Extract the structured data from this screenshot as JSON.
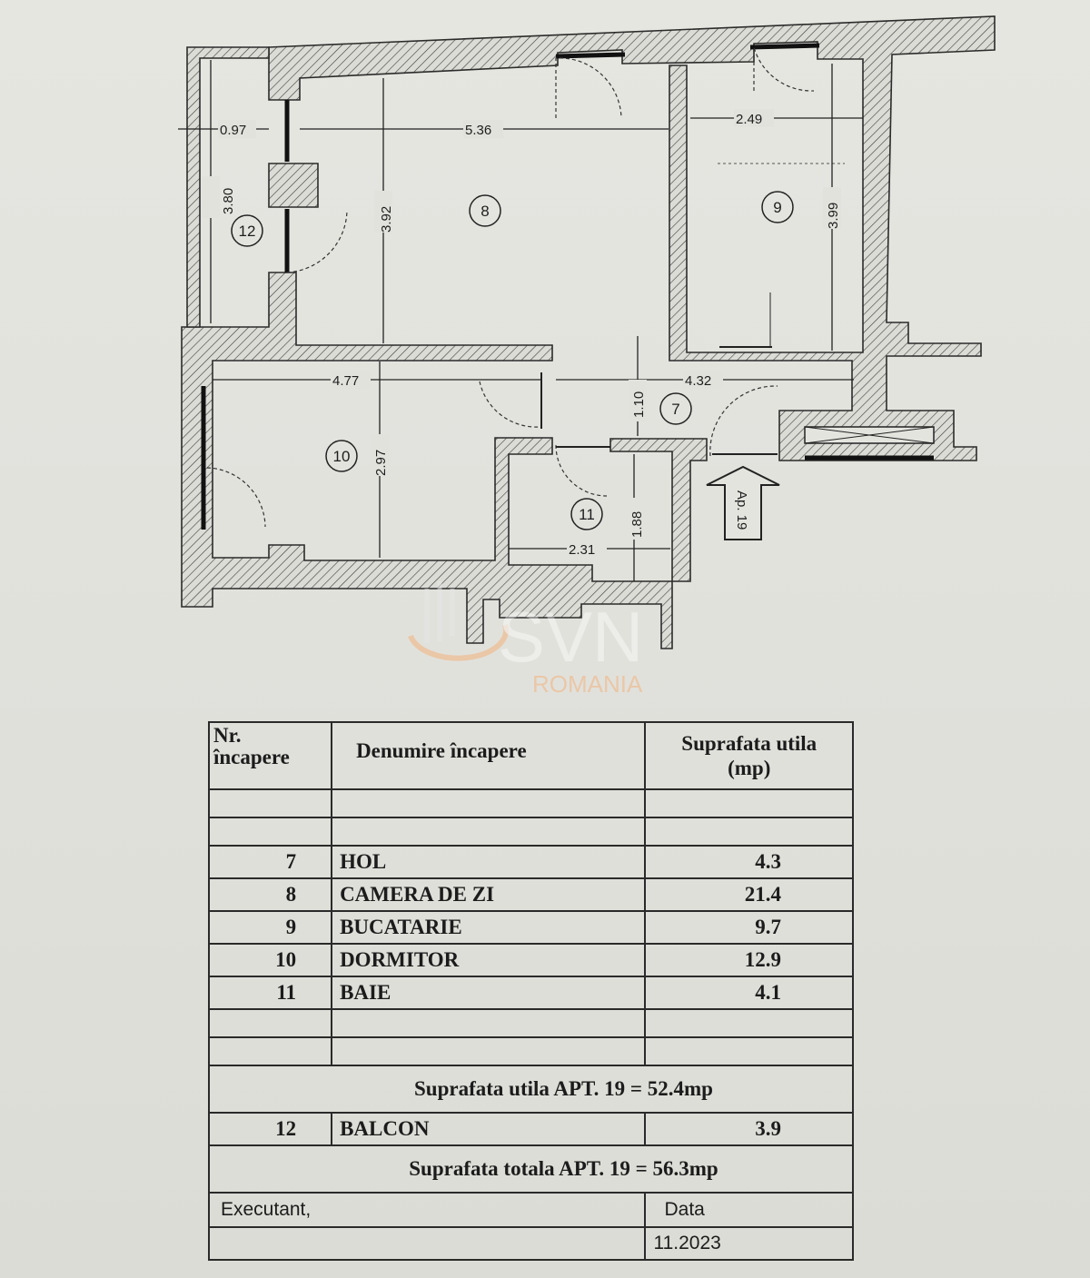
{
  "plan": {
    "dimensions": {
      "balcony_width": "0.97",
      "balcony_length": "3.80",
      "living_width": "5.36",
      "living_length": "3.92",
      "kitchen_width": "2.49",
      "kitchen_length": "3.99",
      "bedroom_width": "4.77",
      "bedroom_length": "2.97",
      "hall_width": "4.32",
      "hall_length": "1.10",
      "bath_width": "2.31",
      "bath_length": "1.88"
    },
    "rooms": {
      "hol": "7",
      "living": "8",
      "kitchen": "9",
      "bedroom": "10",
      "bath": "11",
      "balcony": "12"
    },
    "entrance_label": "Ap. 19",
    "watermark": {
      "brand": "SVN",
      "sub": "ROMANIA"
    }
  },
  "table": {
    "header": {
      "nr_line1": "Nr.",
      "nr_line2": "încapere",
      "name": "Denumire încapere",
      "area_line1": "Suprafata utila",
      "area_line2": "(mp)"
    },
    "rows": [
      {
        "nr": "7",
        "name": "HOL",
        "area": "4.3"
      },
      {
        "nr": "8",
        "name": "CAMERA DE ZI",
        "area": "21.4"
      },
      {
        "nr": "9",
        "name": "BUCATARIE",
        "area": "9.7"
      },
      {
        "nr": "10",
        "name": "DORMITOR",
        "area": "12.9"
      },
      {
        "nr": "11",
        "name": "BAIE",
        "area": "4.1"
      }
    ],
    "useful_total": "Suprafata utila APT. 19 = 52.4mp",
    "balcony_row": {
      "nr": "12",
      "name": "BALCON",
      "area": "3.9"
    },
    "grand_total": "Suprafata totala APT. 19 = 56.3mp",
    "footer": {
      "executant_label": "Executant,",
      "data_label": "Data",
      "date_value": "11.2023"
    }
  }
}
